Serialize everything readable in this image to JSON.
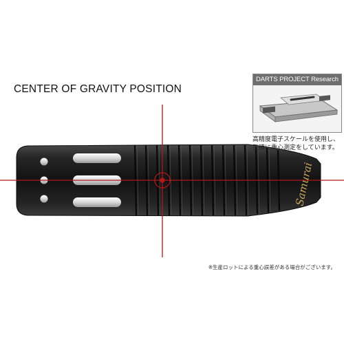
{
  "headline": "CENTER OF GRAVITY POSITION",
  "inset": {
    "header": "DARTS PROJECT Research"
  },
  "caption": "高精度電子スケールを使用し、\n正確に重心測定をしています。",
  "footnote": "※生産ロットによる重心誤差がある場合がございます。",
  "barrel": {
    "brand_script": "Samurai"
  },
  "colors": {
    "crosshair": "#b01818",
    "barrel": "#1a1a1a",
    "slot": "#e8e8e8"
  }
}
